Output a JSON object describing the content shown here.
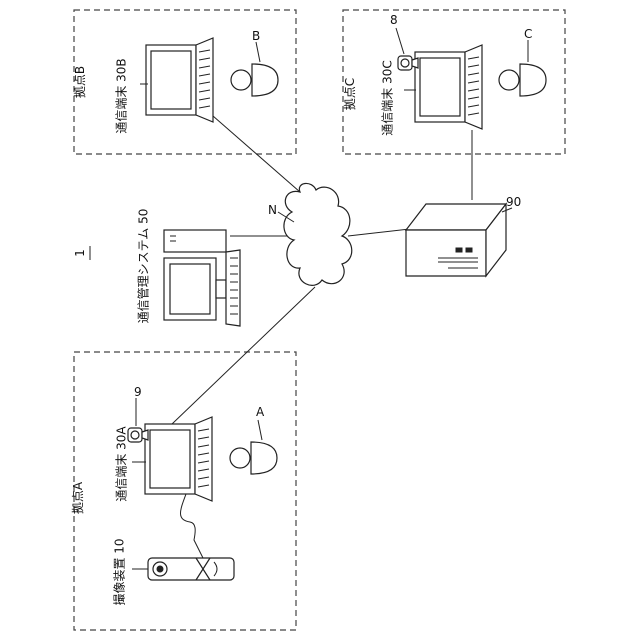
{
  "figure": {
    "number": "1"
  },
  "sites": {
    "a": {
      "label": "拠点A",
      "terminal": "通信端末 30A",
      "camera_ref": "9",
      "user_ref": "A",
      "device": "撮像装置 10"
    },
    "b": {
      "label": "拠点B",
      "terminal": "通信端末 30B",
      "user_ref": "B"
    },
    "c": {
      "label": "拠点C",
      "terminal": "通信端末 30C",
      "camera_ref": "8",
      "user_ref": "C"
    }
  },
  "management": {
    "label": "通信管理システム 50"
  },
  "network": {
    "ref": "N"
  },
  "server": {
    "ref": "90"
  }
}
